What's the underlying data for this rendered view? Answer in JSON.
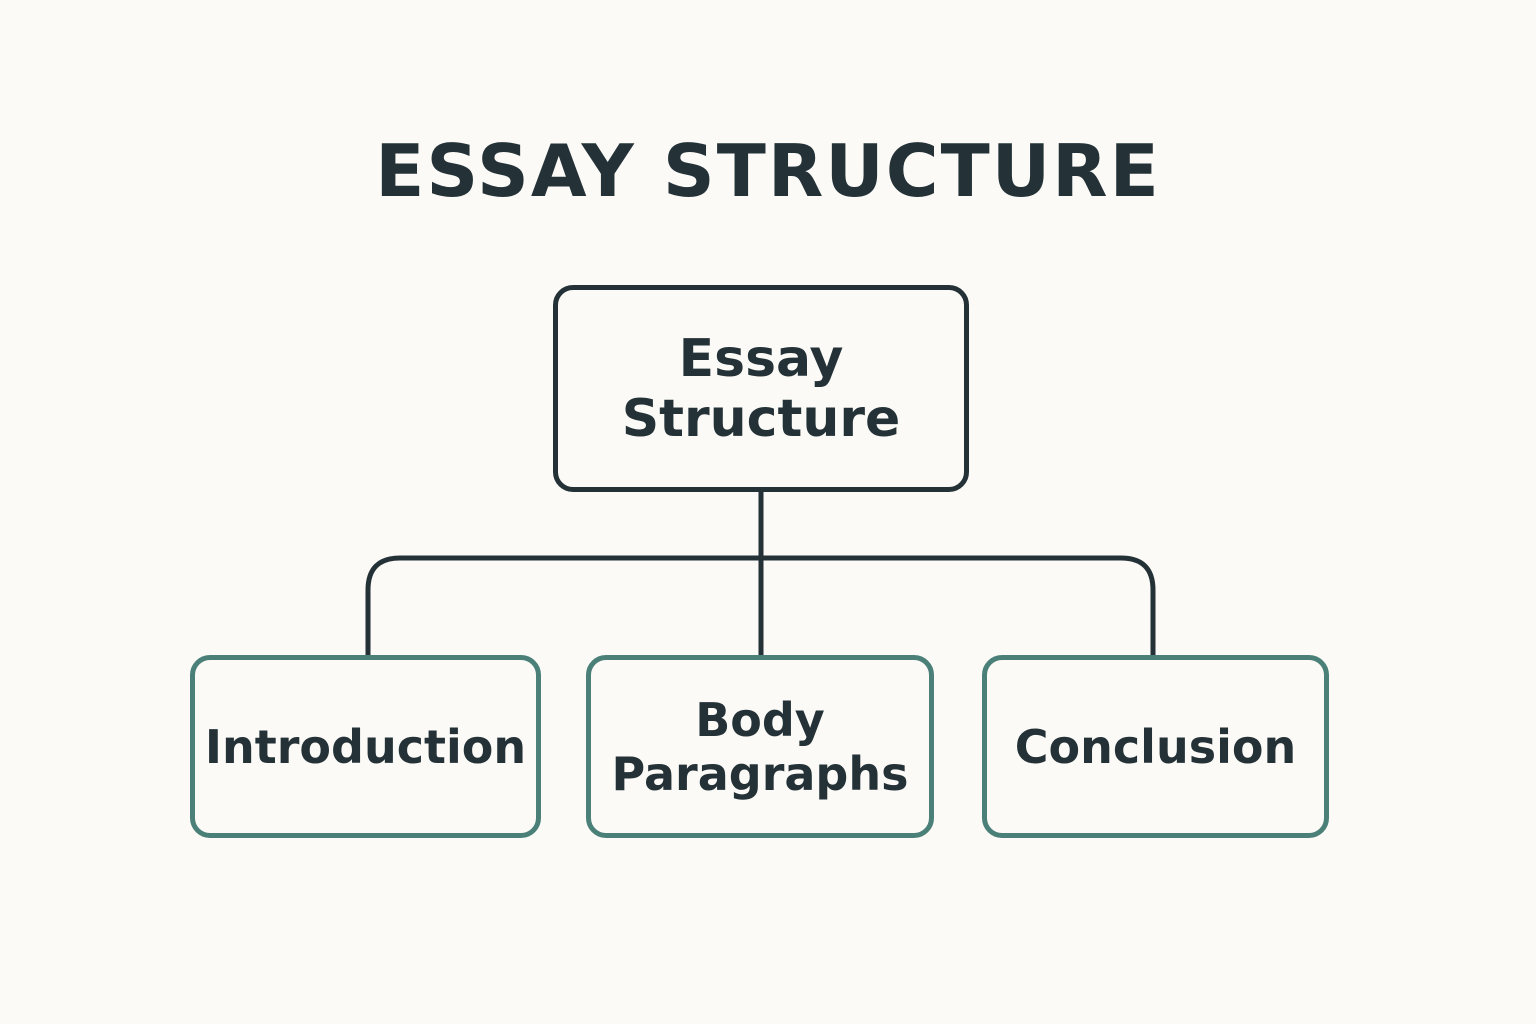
{
  "diagram": {
    "title": "ESSAY STRUCTURE",
    "root": {
      "label": "Essay\nStructure"
    },
    "children": [
      {
        "label": "Introduction"
      },
      {
        "label": "Body\nParagraphs"
      },
      {
        "label": "Conclusion"
      }
    ],
    "colors": {
      "background": "#fbfaf6",
      "text": "#243238",
      "root_border": "#243238",
      "child_border": "#4a8078",
      "connector": "#243238"
    }
  }
}
